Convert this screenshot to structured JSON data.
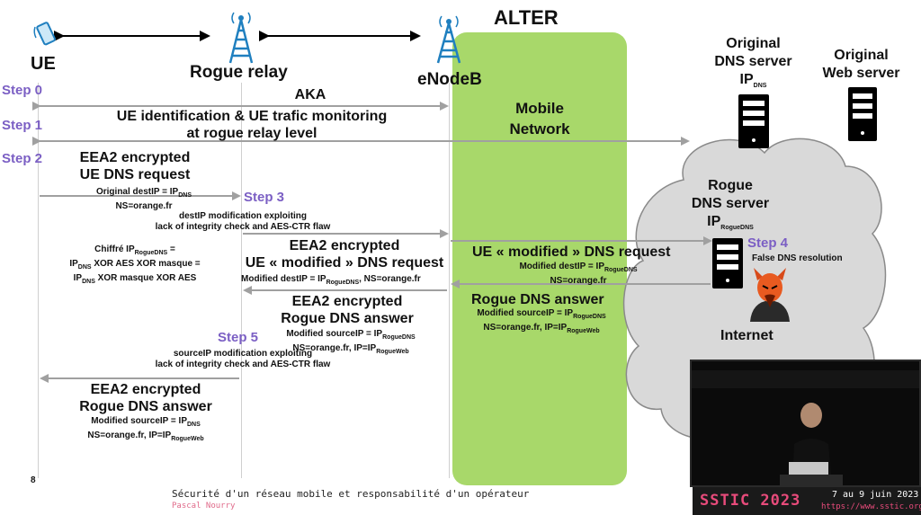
{
  "actors": {
    "ue": "UE",
    "relay": "Rogue relay",
    "enodeb": "eNodeB",
    "alter": "ALTER",
    "mobile_network_1": "Mobile",
    "mobile_network_2": "Network",
    "orig_dns_1": "Original",
    "orig_dns_2": "DNS server",
    "orig_dns_3": "IP",
    "orig_dns_sub": "DNS",
    "orig_web_1": "Original",
    "orig_web_2": "Web server",
    "rogue_dns_1": "Rogue",
    "rogue_dns_2": "DNS server",
    "rogue_dns_3": "IP",
    "rogue_dns_sub": "RogueDNS",
    "internet": "Internet"
  },
  "steps": {
    "s0": "Step 0",
    "s1": "Step 1",
    "s2": "Step 2",
    "s3": "Step 3",
    "s4": "Step 4",
    "s5": "Step 5"
  },
  "messages": {
    "aka": "AKA",
    "ue_ident_1": "UE identification & UE trafic monitoring",
    "ue_ident_2": "at rogue relay level",
    "eea2_req_1": "EEA2 encrypted",
    "eea2_req_2": "UE DNS request",
    "orig_destip": "Original destIP = IP",
    "orig_destip_sub": "DNS",
    "ns_orange": "NS=orange.fr",
    "destip_mod_1": "destIP modification exploiting",
    "destip_mod_2": "lack of integrity check and AES-CTR flaw",
    "chiffre_1a": "Chiffré IP",
    "chiffre_1sub": "RogueDNS",
    "chiffre_1b": " =",
    "chiffre_2a": "IP",
    "chiffre_2sub": "DNS",
    "chiffre_2b": " XOR AES XOR masque =",
    "chiffre_3a": "IP",
    "chiffre_3sub": "DNS",
    "chiffre_3b": " XOR masque XOR AES",
    "mod_req_1": "EEA2 encrypted",
    "mod_req_2": "UE « modified » DNS request",
    "mod_req_3a": "Modified destIP = IP",
    "mod_req_3sub": "RogueDNS",
    "mod_req_3b": ", NS=orange.fr",
    "ue_mod_req": "UE « modified » DNS request",
    "ue_mod_req_3a": "Modified destIP = IP",
    "ue_mod_req_3sub": "RogueDNS",
    "ue_mod_req_4": "NS=orange.fr",
    "false_dns": "False DNS resolution",
    "rogue_ans_1": "Rogue DNS answer",
    "rogue_ans_2a": "Modified sourceIP = IP",
    "rogue_ans_2sub": "RogueDNS",
    "rogue_ans_3a": "NS=orange.fr, IP=IP",
    "rogue_ans_3sub": "RogueWeb",
    "eea2_ans_1": "EEA2 encrypted",
    "eea2_ans_2": "Rogue DNS answer",
    "eea2_ans_3a": "Modified sourceIP = IP",
    "eea2_ans_3sub": "RogueDNS",
    "eea2_ans_4a": "NS=orange.fr, IP=IP",
    "eea2_ans_4sub": "RogueWeb",
    "srcip_mod_1": "sourceIP modification exploiting",
    "srcip_mod_2": "lack of integrity check and AES-CTR flaw",
    "final_1": "EEA2 encrypted",
    "final_2": "Rogue DNS answer",
    "final_3a": "Modified sourceIP = IP",
    "final_3sub": "DNS",
    "final_4a": "NS=orange.fr, IP=IP",
    "final_4sub": "RogueWeb"
  },
  "footer": {
    "page": "8",
    "title": "Sécurité d'un réseau mobile et responsabilité d'un opérateur",
    "author": "Pascal Nourry",
    "conf": "SSTIC 2023",
    "dates": "7 au 9 juin 2023",
    "url": "https://www.sstic.org"
  },
  "colors": {
    "step": "#7b5fc4",
    "network": "#a8d86a",
    "arrow": "#a0a0a0",
    "tower": "#1f7fbf"
  }
}
